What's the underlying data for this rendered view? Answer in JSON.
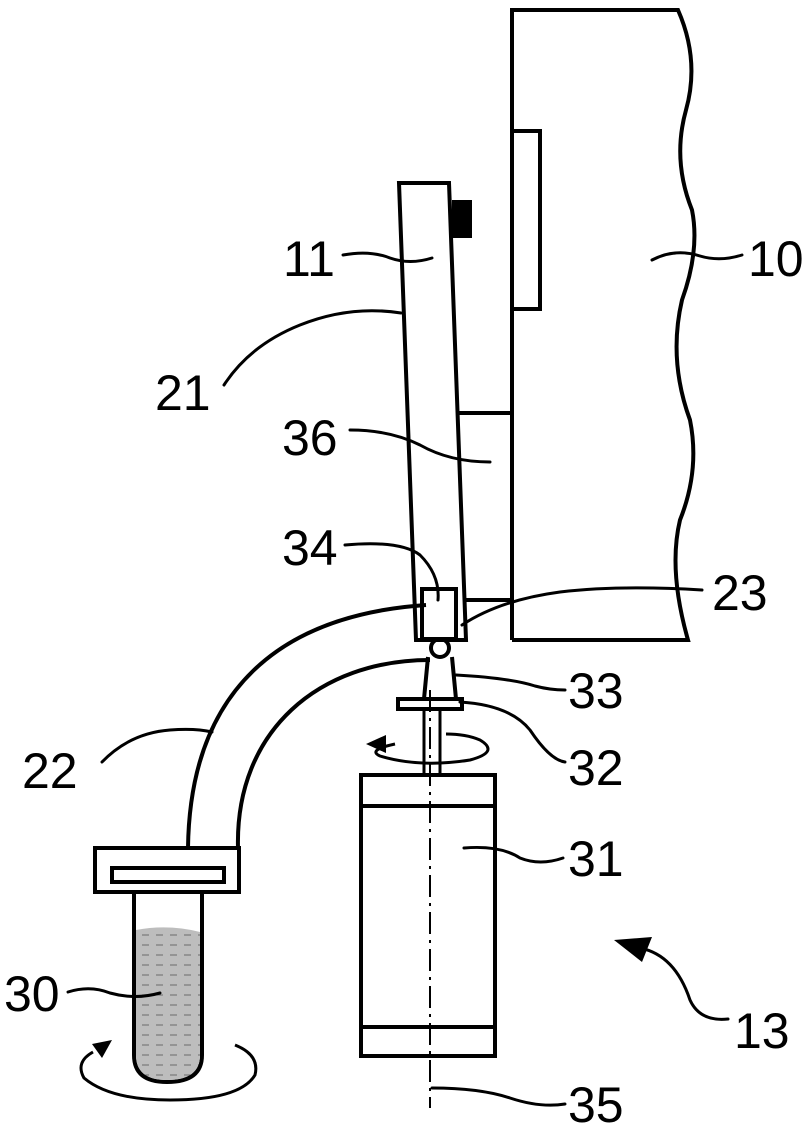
{
  "labels": {
    "l10": "10",
    "l11": "11",
    "l13": "13",
    "l21": "21",
    "l22": "22",
    "l23": "23",
    "l30": "30",
    "l31": "31",
    "l32": "32",
    "l33": "33",
    "l34": "34",
    "l35": "35",
    "l36": "36"
  }
}
